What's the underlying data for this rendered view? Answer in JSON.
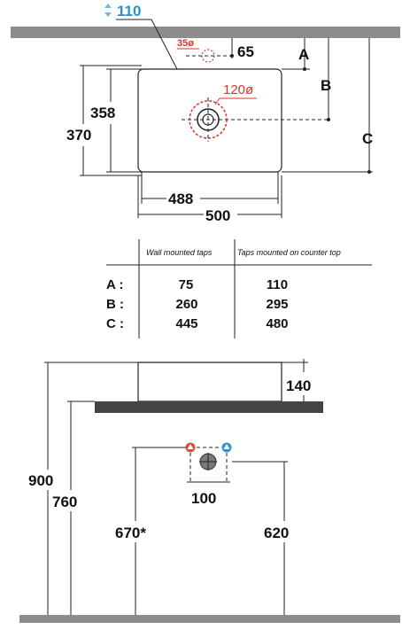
{
  "top_view": {
    "dim_110": "110",
    "dim_35": "35ø",
    "dim_65": "65",
    "dim_120": "120ø",
    "label_a": "A",
    "label_b": "B",
    "label_c": "C",
    "dim_358": "358",
    "dim_370": "370",
    "dim_488": "488",
    "dim_500": "500"
  },
  "table": {
    "col_headers": [
      "Wall mounted taps",
      "Taps mounted on counter top"
    ],
    "rows": [
      {
        "label": "A :",
        "wall": "75",
        "counter": "110"
      },
      {
        "label": "B :",
        "wall": "260",
        "counter": "295"
      },
      {
        "label": "C :",
        "wall": "445",
        "counter": "480"
      }
    ]
  },
  "side_view": {
    "dim_140": "140",
    "dim_900": "900",
    "dim_760": "760",
    "dim_100": "100",
    "dim_670": "670*",
    "dim_620": "620"
  },
  "colors": {
    "wall_bar": "#8c8c8c",
    "counter_slab": "#444444",
    "accent_blue": "#2a8fc9",
    "accent_red": "#d9322b"
  }
}
